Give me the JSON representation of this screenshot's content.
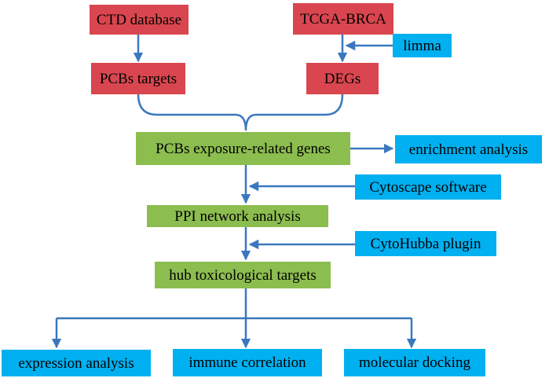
{
  "colors": {
    "red_box": "#d9464f",
    "green_box": "#8cbd4f",
    "blue_box": "#00b0f0",
    "arrow": "#3a78bd"
  },
  "nodes": {
    "ctd": "CTD database",
    "tcga": "TCGA-BRCA",
    "limma": "limma",
    "pcbs_targets": "PCBs targets",
    "degs": "DEGs",
    "pcbs_genes": "PCBs exposure-related genes",
    "enrichment": "enrichment analysis",
    "cytoscape": "Cytoscape software",
    "ppi": "PPI network analysis",
    "cytohubba": "CytoHubba plugin",
    "hub": "hub toxicological targets",
    "expression": "expression analysis",
    "immune": "immune correlation",
    "docking": "molecular docking"
  }
}
